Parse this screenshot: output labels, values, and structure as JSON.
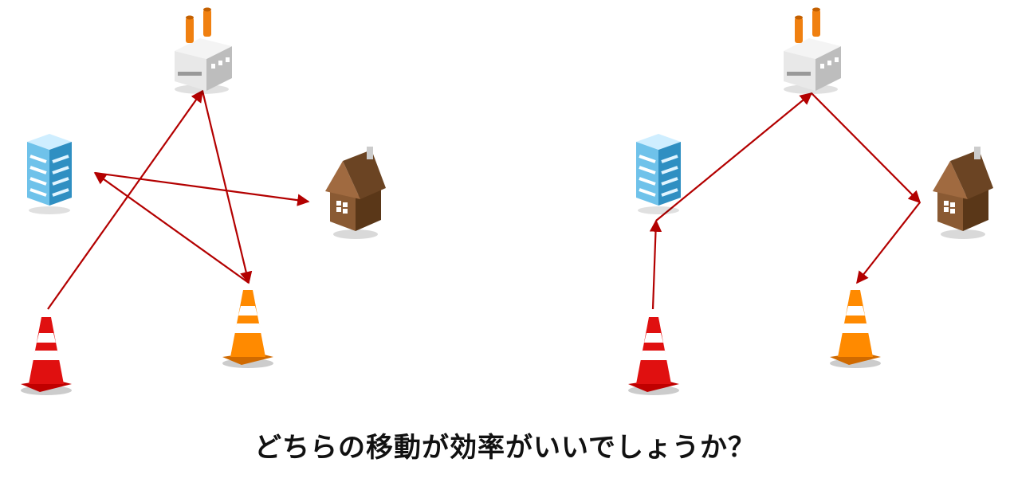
{
  "caption": "どちらの移動が効率がいいでしょうか？",
  "colors": {
    "arrow": "#b30000",
    "factory_body": "#d8d8d8",
    "factory_chimney": "#f08010",
    "building": "#4aa8d8",
    "house": "#7a4e2d",
    "cone_red": "#e01010",
    "cone_orange": "#ff8a00"
  },
  "icons": [
    "factory-icon",
    "office-building-icon",
    "house-icon",
    "red-cone-icon",
    "orange-cone-icon"
  ],
  "diagrams": [
    {
      "name": "inefficient-route",
      "route": [
        "red-cone",
        "factory",
        "orange-cone",
        "office-building",
        "house"
      ]
    },
    {
      "name": "efficient-route",
      "route": [
        "red-cone",
        "office-building",
        "factory",
        "house",
        "orange-cone"
      ]
    }
  ]
}
